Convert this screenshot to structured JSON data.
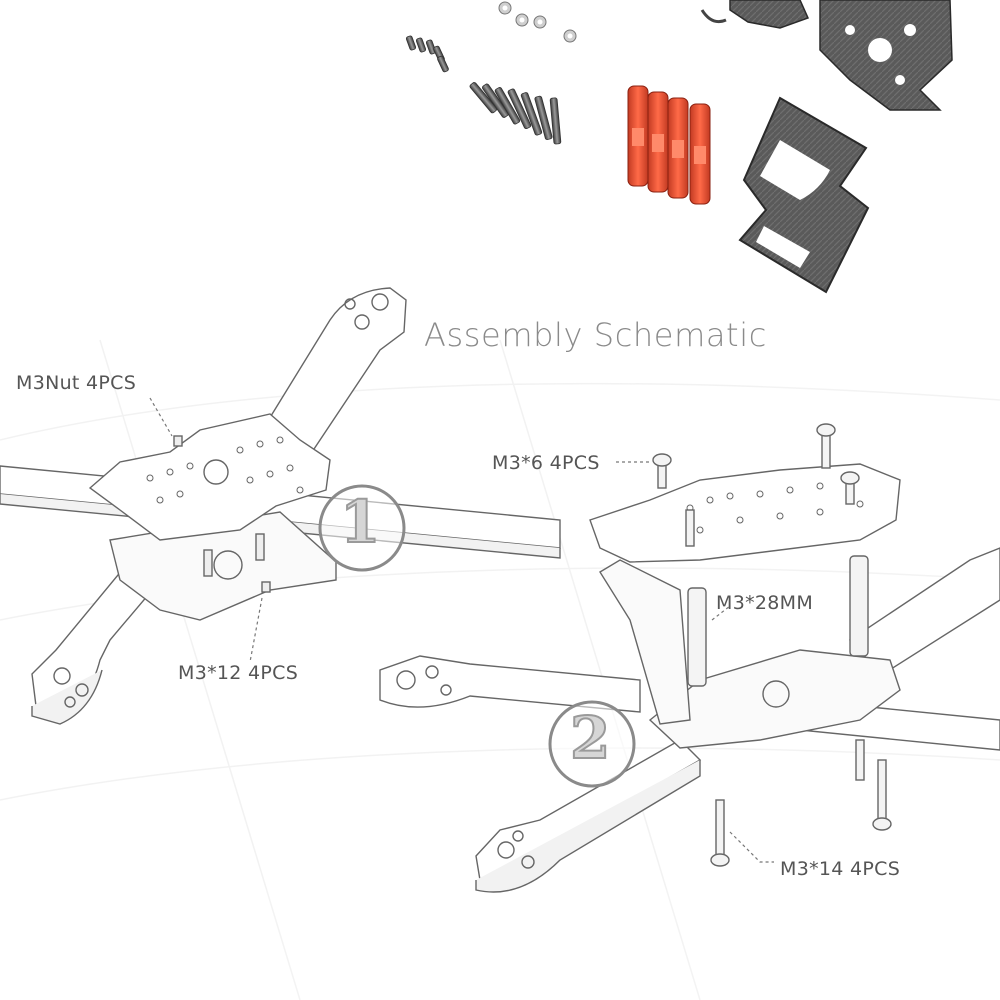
{
  "title": "Assembly Schematic",
  "labels": {
    "m3nut": "M3Nut 4PCS",
    "m3x12": "M3*12 4PCS",
    "m3x6": "M3*6 4PCS",
    "m3x28": "M3*28MM",
    "m3x14": "M3*14 4PCS"
  },
  "steps": [
    "1",
    "2"
  ],
  "colors": {
    "standoff": "#e84a2c",
    "carbon": "#4a4a4a",
    "outline": "#6a6a6a",
    "label": "#555555"
  }
}
